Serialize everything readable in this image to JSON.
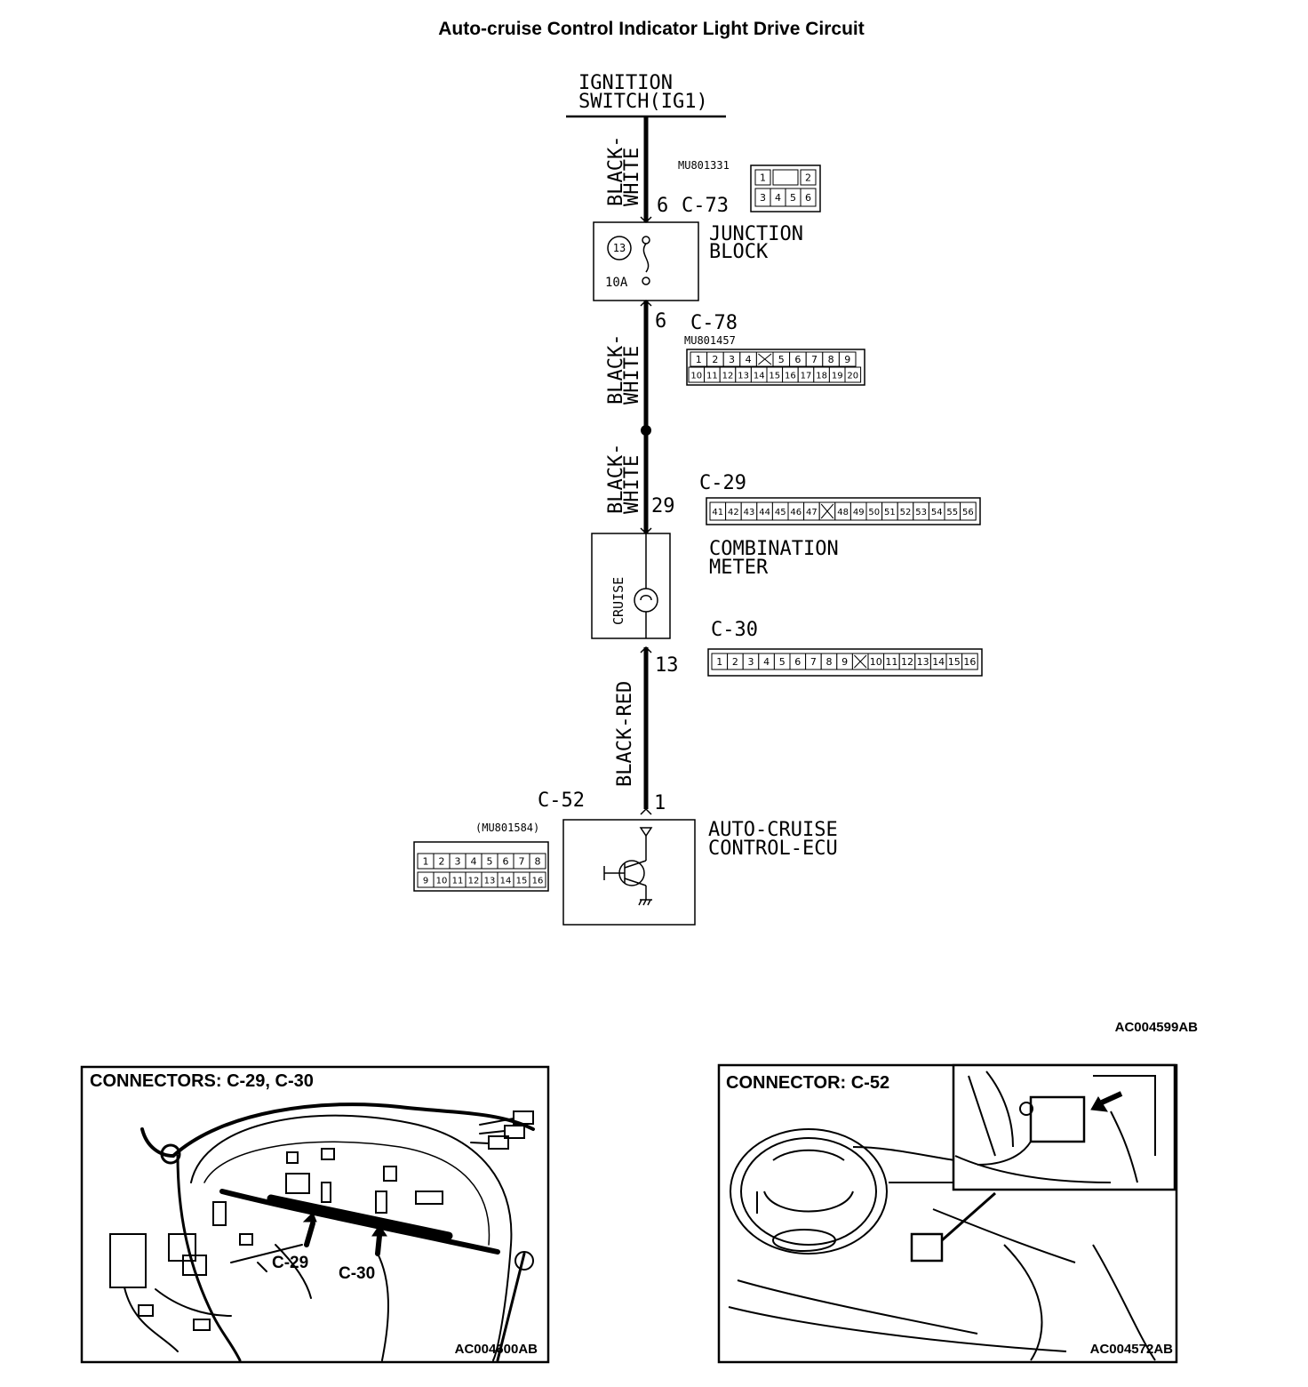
{
  "title": "Auto-cruise Control Indicator Light Drive Circuit",
  "ignition": {
    "line1": "IGNITION",
    "line2": "SWITCH(IG1)"
  },
  "wire1": {
    "line1": "BLACK-",
    "line2": "WHITE"
  },
  "wire2": {
    "line1": "BLACK-",
    "line2": "WHITE"
  },
  "wire3": {
    "line1": "BLACK-",
    "line2": "WHITE"
  },
  "wire4": {
    "text": "BLACK-RED"
  },
  "c73": {
    "pin": "6",
    "name": "C-73",
    "part": "MU801331",
    "pins_top": [
      "1",
      "",
      "2"
    ],
    "pins_bottom": [
      "3",
      "4",
      "5",
      "6"
    ]
  },
  "junction_block": {
    "line1": "JUNCTION",
    "line2": "BLOCK",
    "fuse_no": "13",
    "fuse_rating": "10A"
  },
  "c78": {
    "pin": "6",
    "name": "C-78",
    "part": "MU801457",
    "pins_top": [
      "1",
      "2",
      "3",
      "4",
      "",
      "5",
      "6",
      "7",
      "8",
      "9"
    ],
    "pins_bottom": [
      "10",
      "11",
      "12",
      "13",
      "14",
      "15",
      "16",
      "17",
      "18",
      "19",
      "20"
    ]
  },
  "c29": {
    "pin": "29",
    "name": "C-29",
    "pins": [
      "41",
      "42",
      "43",
      "44",
      "45",
      "46",
      "47",
      "",
      "48",
      "49",
      "50",
      "51",
      "52",
      "53",
      "54",
      "55",
      "56"
    ]
  },
  "combination_meter": {
    "line1": "COMBINATION",
    "line2": "METER",
    "lamp": "CRUISE"
  },
  "c30": {
    "pin": "13",
    "name": "C-30",
    "pins": [
      "1",
      "2",
      "3",
      "4",
      "5",
      "6",
      "7",
      "8",
      "9",
      "",
      "10",
      "11",
      "12",
      "13",
      "14",
      "15",
      "16"
    ]
  },
  "c52": {
    "pin": "1",
    "name": "C-52",
    "part": "(MU801584)",
    "pins_top": [
      "1",
      "2",
      "3",
      "4",
      "5",
      "6",
      "7",
      "8"
    ],
    "pins_bottom": [
      "9",
      "10",
      "11",
      "12",
      "13",
      "14",
      "15",
      "16"
    ]
  },
  "ecu": {
    "line1": "AUTO-CRUISE",
    "line2": "CONTROL-ECU"
  },
  "figure_code": "AC004599AB",
  "panel_left": {
    "title": "CONNECTORS: C-29, C-30",
    "callout1": "C-29",
    "callout2": "C-30",
    "code": "AC004600AB"
  },
  "panel_right": {
    "title": "CONNECTOR: C-52",
    "code": "AC004572AB"
  }
}
